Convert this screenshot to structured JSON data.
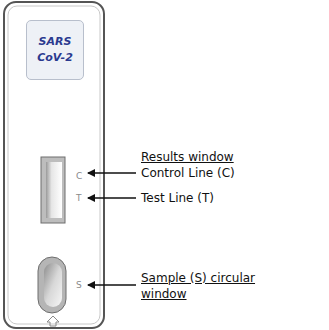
{
  "diagram": {
    "nodes": [
      {
        "text": [
          "SARS CoV-2"
        ]
      }
    ],
    "labels": [
      "C",
      "T",
      "S",
      "Results window",
      "Control Line (C)",
      "Test Line (T)",
      "Sample (S) circular window"
    ]
  }
}
